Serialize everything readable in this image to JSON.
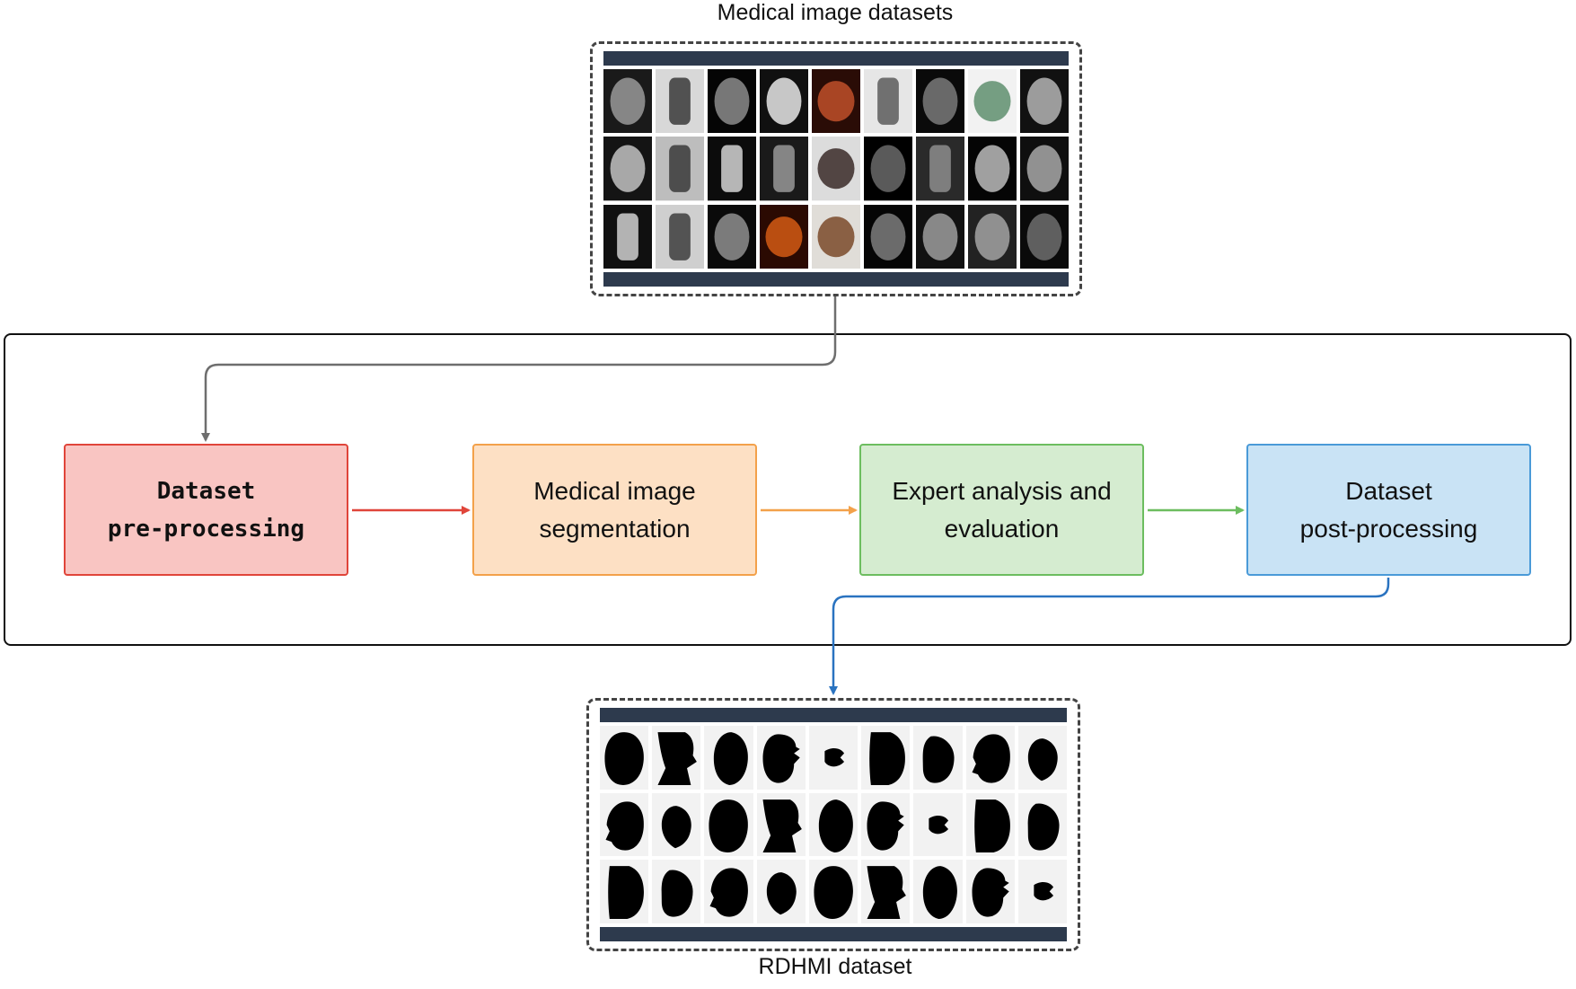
{
  "input_dataset": {
    "title": "Medical image datasets",
    "thumbnail_count": 27
  },
  "pipeline": {
    "steps": [
      {
        "line1": "Dataset",
        "line2": "pre-processing",
        "color": "#e0453a",
        "fill": "#f9c5c2"
      },
      {
        "line1": "Medical image",
        "line2": "segmentation",
        "color": "#f3a14a",
        "fill": "#fde0c4"
      },
      {
        "line1": "Expert analysis and",
        "line2": "evaluation",
        "color": "#6cbd5f",
        "fill": "#d5ecd0"
      },
      {
        "line1": "Dataset",
        "line2": "post-processing",
        "color": "#4a9ad8",
        "fill": "#c9e3f5"
      }
    ],
    "arrow_colors": {
      "input": "#6e6e6e",
      "step1_to_step2": "#e0453a",
      "step2_to_step3": "#f3a14a",
      "step3_to_step4": "#6cbd5f",
      "output": "#2a73c0"
    }
  },
  "output_dataset": {
    "title": "RDHMI  dataset",
    "mask_count": 27
  }
}
